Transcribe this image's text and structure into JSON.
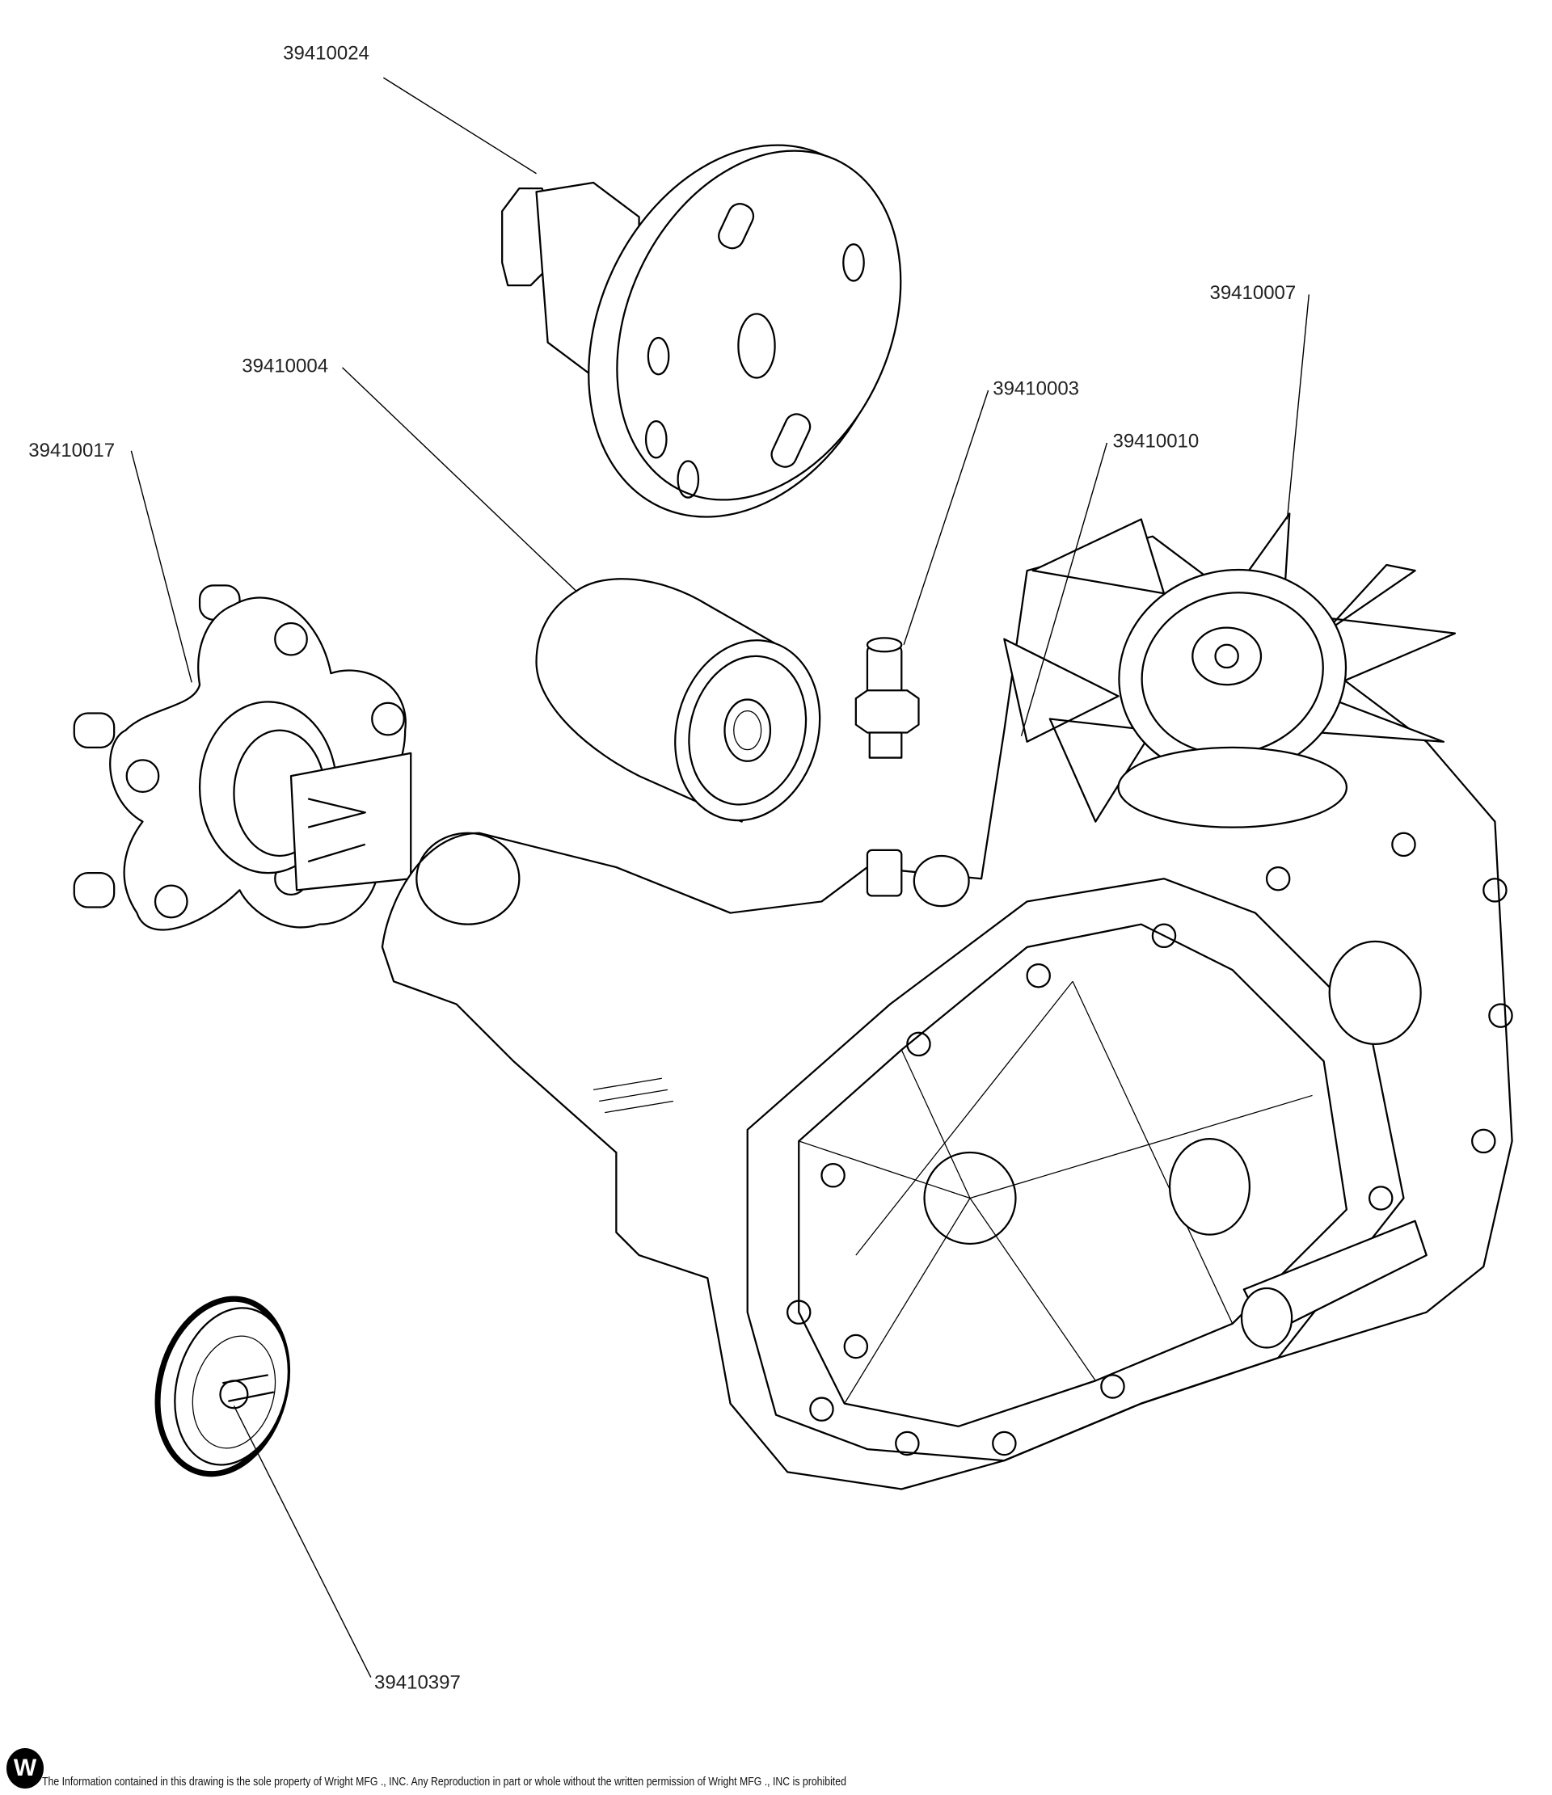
{
  "parts": [
    {
      "id": "39410024",
      "label": "39410024"
    },
    {
      "id": "39410004",
      "label": "39410004"
    },
    {
      "id": "39410007",
      "label": "39410007"
    },
    {
      "id": "39410003",
      "label": "39410003"
    },
    {
      "id": "39410010",
      "label": "39410010"
    },
    {
      "id": "39410017",
      "label": "39410017"
    },
    {
      "id": "39410397",
      "label": "39410397"
    }
  ],
  "footer": {
    "logo_text": "W",
    "notice": "The Information contained in this drawing is the sole property of Wright MFG ., INC. Any Reproduction in part or whole without the written permission of Wright MFG ., INC is prohibited"
  }
}
